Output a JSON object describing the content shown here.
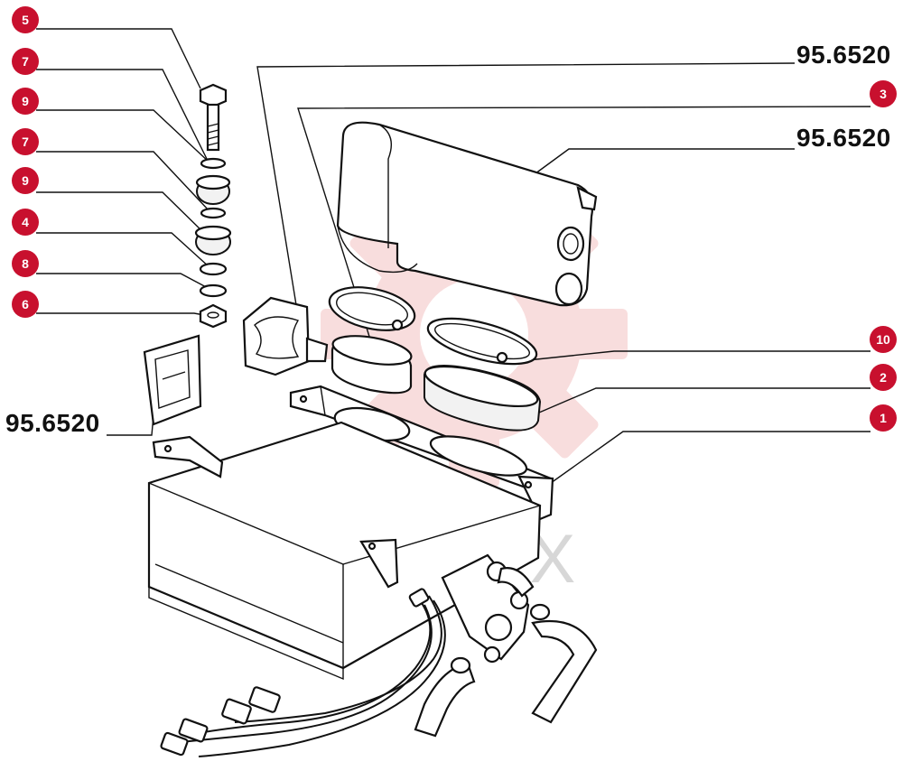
{
  "colors": {
    "callout": "#c8102e",
    "line": "#111111",
    "watermark_gear": "#f4c2c2",
    "watermark_text": "#d7d7d7"
  },
  "diagram": {
    "watermark": "ИНТЕХ",
    "reference_numbers": [
      {
        "id": "ref-top",
        "text": "95.6520"
      },
      {
        "id": "ref-mid",
        "text": "95.6520"
      },
      {
        "id": "ref-left",
        "text": "95.6520"
      }
    ],
    "callouts": [
      {
        "id": "c5",
        "text": "5"
      },
      {
        "id": "c7a",
        "text": "7"
      },
      {
        "id": "c9a",
        "text": "9"
      },
      {
        "id": "c7b",
        "text": "7"
      },
      {
        "id": "c9b",
        "text": "9"
      },
      {
        "id": "c4",
        "text": "4"
      },
      {
        "id": "c8",
        "text": "8"
      },
      {
        "id": "c6",
        "text": "6"
      },
      {
        "id": "c3",
        "text": "3"
      },
      {
        "id": "c10",
        "text": "10"
      },
      {
        "id": "c2",
        "text": "2"
      },
      {
        "id": "c1",
        "text": "1"
      }
    ]
  }
}
